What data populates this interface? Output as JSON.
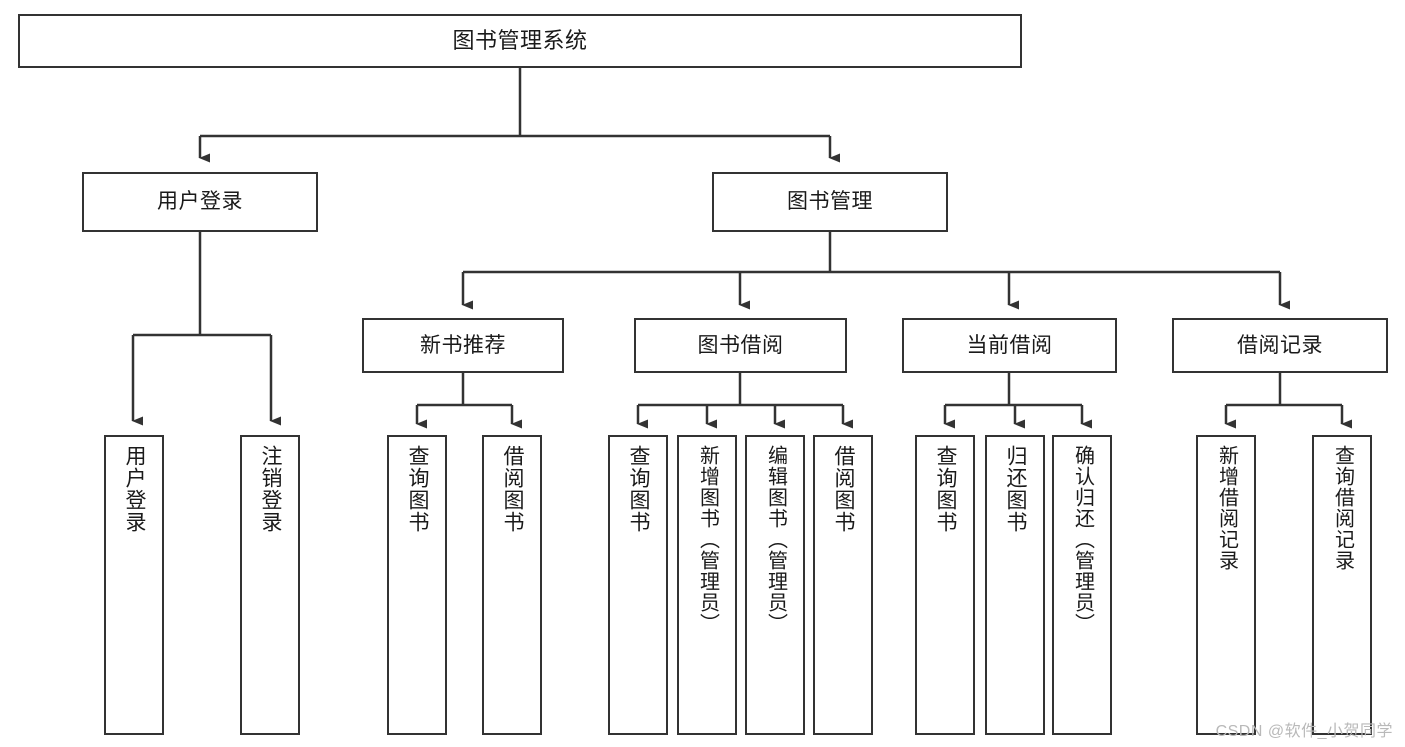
{
  "diagram": {
    "title": "图书管理系统",
    "type": "function-structure-tree",
    "root": {
      "id": "root",
      "label": "图书管理系统"
    },
    "level2": [
      {
        "id": "user-login",
        "label": "用户登录"
      },
      {
        "id": "book-management",
        "label": "图书管理"
      }
    ],
    "level3": [
      {
        "id": "new-book-recommend",
        "label": "新书推荐",
        "parent": "book-management"
      },
      {
        "id": "book-borrow",
        "label": "图书借阅",
        "parent": "book-management"
      },
      {
        "id": "current-borrow",
        "label": "当前借阅",
        "parent": "book-management"
      },
      {
        "id": "borrow-record",
        "label": "借阅记录",
        "parent": "book-management"
      }
    ],
    "leaves": [
      {
        "id": "leaf-user-login",
        "label": "用户登录",
        "parent": "user-login"
      },
      {
        "id": "leaf-logout-login",
        "label": "注销登录",
        "parent": "user-login"
      },
      {
        "id": "leaf-query-book-1",
        "label": "查询图书",
        "parent": "new-book-recommend"
      },
      {
        "id": "leaf-borrow-book-1",
        "label": "借阅图书",
        "parent": "new-book-recommend"
      },
      {
        "id": "leaf-query-book-2",
        "label": "查询图书",
        "parent": "book-borrow"
      },
      {
        "id": "leaf-add-book",
        "label": "新增图书（管理员）",
        "parent": "book-borrow"
      },
      {
        "id": "leaf-edit-book",
        "label": "编辑图书（管理员）",
        "parent": "book-borrow"
      },
      {
        "id": "leaf-borrow-book-2",
        "label": "借阅图书",
        "parent": "book-borrow"
      },
      {
        "id": "leaf-query-book-3",
        "label": "查询图书",
        "parent": "current-borrow"
      },
      {
        "id": "leaf-return-book",
        "label": "归还图书",
        "parent": "current-borrow"
      },
      {
        "id": "leaf-confirm-return",
        "label": "确认归还（管理员）",
        "parent": "current-borrow"
      },
      {
        "id": "leaf-add-record",
        "label": "新增借阅记录",
        "parent": "borrow-record"
      },
      {
        "id": "leaf-query-record",
        "label": "查询借阅记录",
        "parent": "borrow-record"
      }
    ],
    "colors": {
      "box_border": "#333333",
      "box_fill": "#ffffff",
      "connector": "#333333",
      "text": "#1a1a1a",
      "watermark": "#b9b9b9",
      "background": "#ffffff"
    }
  },
  "watermark": {
    "text": "CSDN @软件_小贺同学"
  }
}
